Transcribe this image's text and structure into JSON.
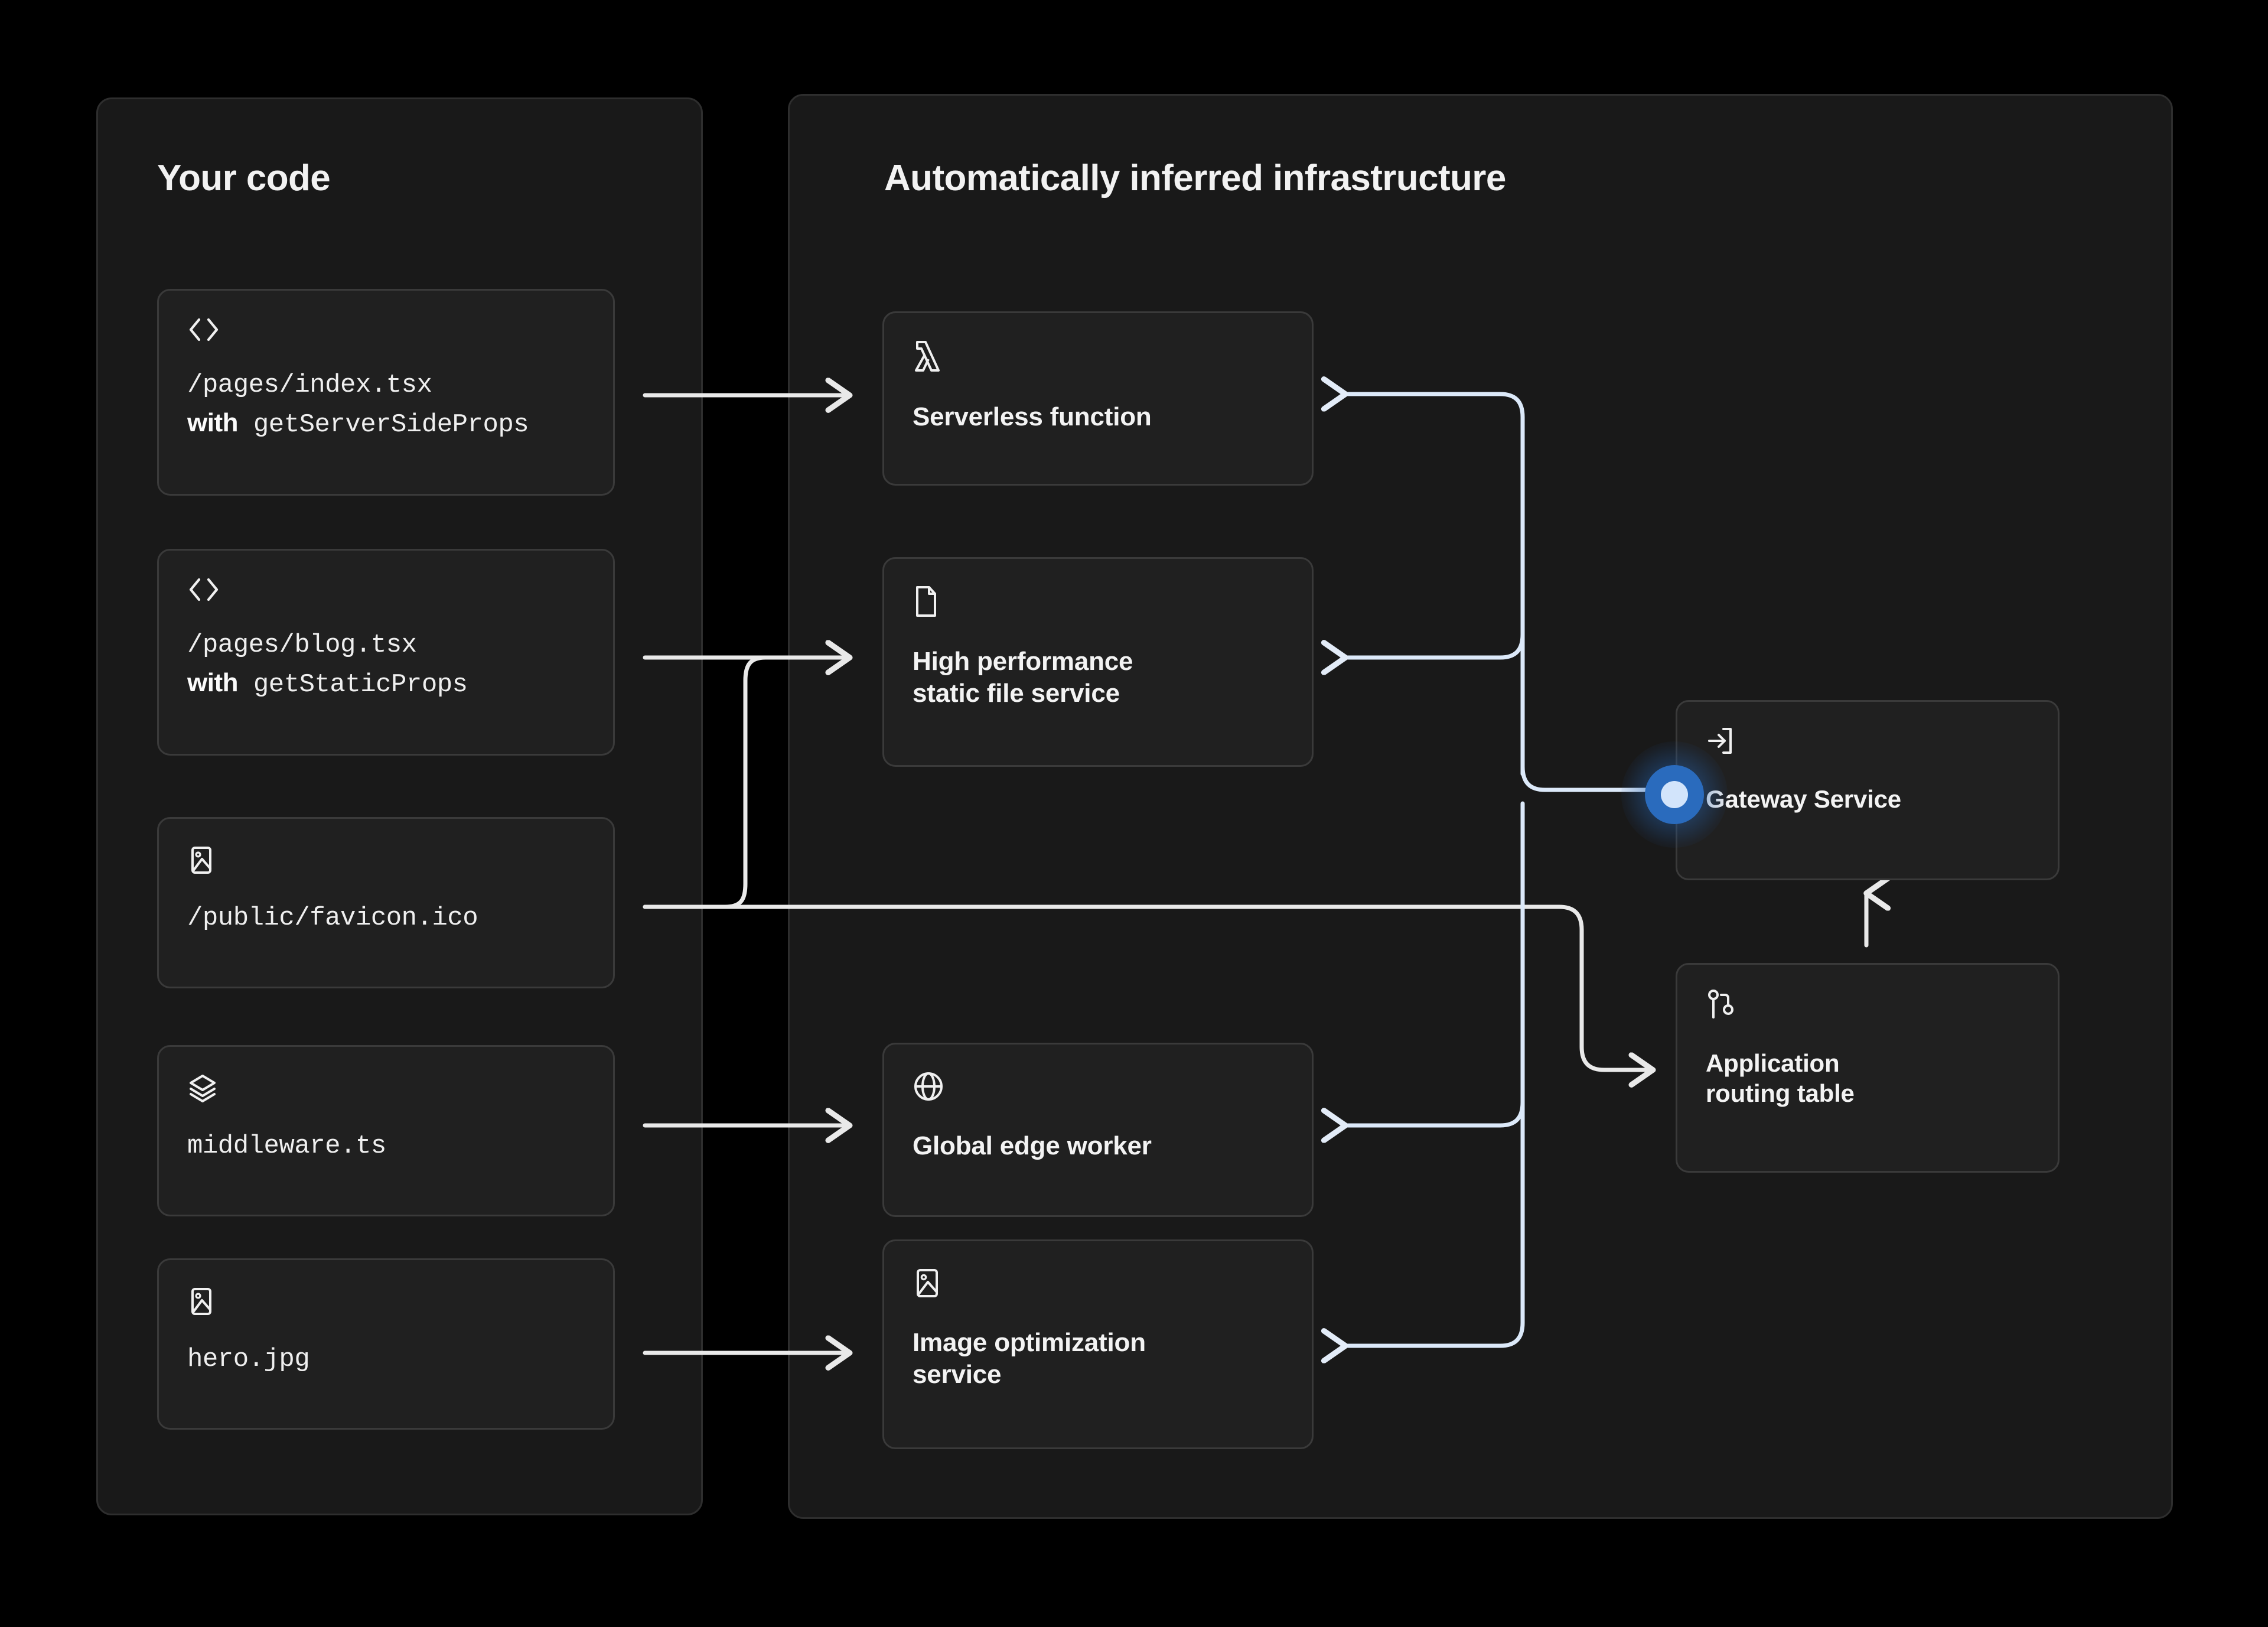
{
  "background_color": "#000000",
  "panels": {
    "code": {
      "title": "Your code"
    },
    "infra": {
      "title": "Automatically inferred infrastructure"
    }
  },
  "code_cards": [
    {
      "icon": "code-brackets-icon",
      "path": "/pages/index.tsx",
      "with_keyword": "with",
      "hook": "getServerSideProps"
    },
    {
      "icon": "code-brackets-icon",
      "path": "/pages/blog.tsx",
      "with_keyword": "with",
      "hook": "getStaticProps"
    },
    {
      "icon": "image-icon",
      "path": "/public/favicon.ico",
      "with_keyword": "",
      "hook": ""
    },
    {
      "icon": "layers-icon",
      "path": "middleware.ts",
      "with_keyword": "",
      "hook": ""
    },
    {
      "icon": "image-icon",
      "path": "hero.jpg",
      "with_keyword": "",
      "hook": ""
    }
  ],
  "infra_cards": [
    {
      "icon": "lambda-icon",
      "label": "Serverless function"
    },
    {
      "icon": "file-icon",
      "label": "High performance\nstatic file service"
    },
    {
      "icon": "globe-icon",
      "label": "Global edge worker"
    },
    {
      "icon": "image-icon",
      "label": "Image optimization\nservice"
    },
    {
      "icon": "log-in-icon",
      "label": "Gateway Service"
    },
    {
      "icon": "git-branch-icon",
      "label": "Application\nrouting table"
    }
  ],
  "node": {
    "name": "gateway-entry-node",
    "core_color": "#d2e4fb",
    "ring_color": "#2a6bbd",
    "glow_color": "#296ebe"
  },
  "connector_color_white": "#e9e9e9",
  "connector_color_blue": "#cfe0f5"
}
